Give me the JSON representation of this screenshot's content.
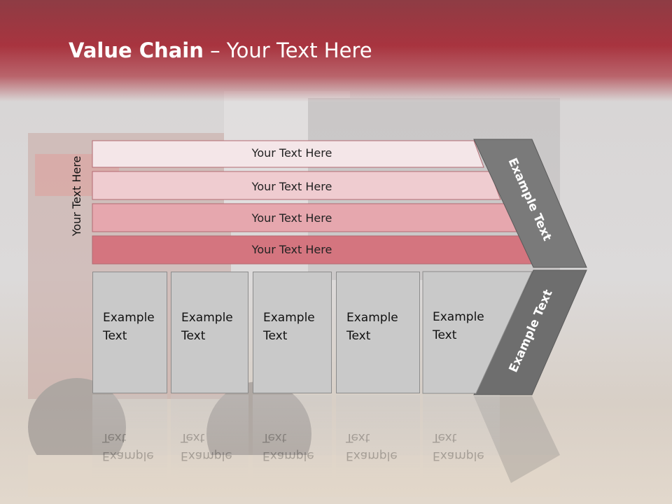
{
  "slide": {
    "title_bold": "Value Chain",
    "title_rest": " – Your Text Here",
    "vertical_label": "Your Text Here"
  },
  "rows": [
    {
      "label": "Your Text Here",
      "fill": "#f4e6e8"
    },
    {
      "label": "Your Text Here",
      "fill": "#efccd0"
    },
    {
      "label": "Your Text Here",
      "fill": "#e6a7ae"
    },
    {
      "label": "Your Text Here",
      "fill": "#d4757f"
    }
  ],
  "boxes": [
    {
      "line1": "Example",
      "line2": "Text"
    },
    {
      "line1": "Example",
      "line2": "Text"
    },
    {
      "line1": "Example",
      "line2": "Text"
    },
    {
      "line1": "Example",
      "line2": "Text"
    },
    {
      "line1": "Example",
      "line2": "Text"
    }
  ],
  "chevron": {
    "upper_text": "Example Text",
    "lower_text": "Example Text",
    "upper_color": "#7a7a7a",
    "lower_color": "#6e6e6e"
  },
  "colors": {
    "header": "#a8343f",
    "box_fill": "#c9c9c9",
    "box_border": "#8c8c8c"
  }
}
